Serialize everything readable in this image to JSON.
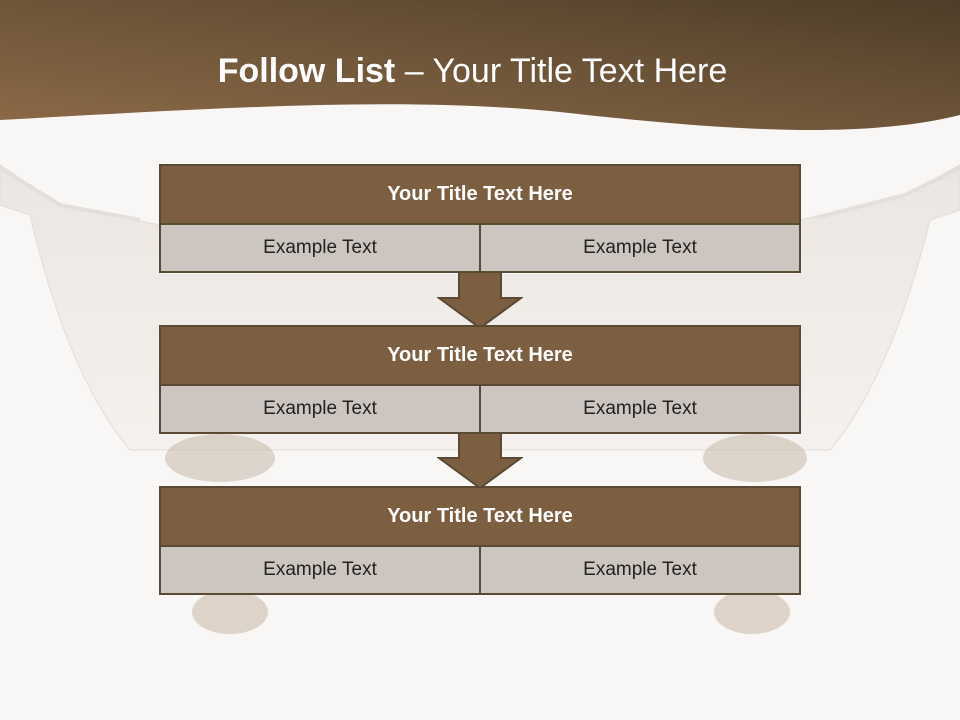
{
  "slide": {
    "title_bold": "Follow List",
    "title_rest": " – Your Title Text Here"
  },
  "steps": [
    {
      "title": "Your Title Text Here",
      "left": "Example Text",
      "right": "Example Text"
    },
    {
      "title": "Your Title Text Here",
      "left": "Example Text",
      "right": "Example Text"
    },
    {
      "title": "Your Title Text Here",
      "left": "Example Text",
      "right": "Example Text"
    }
  ],
  "colors": {
    "header_band": "#6e5539",
    "panel_title": "#7b5f40",
    "panel_cell": "#cdc6c0",
    "border": "#5b4a33"
  }
}
